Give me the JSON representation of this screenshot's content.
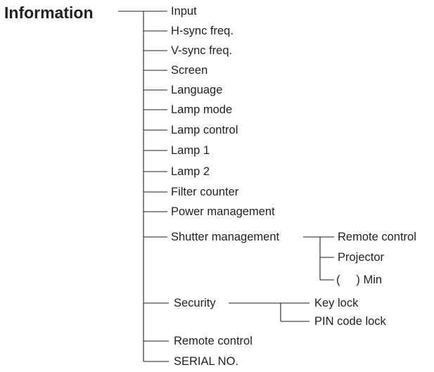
{
  "title": "Information",
  "items": [
    "Input",
    "H-sync freq.",
    "V-sync freq.",
    "Screen",
    "Language",
    "Lamp mode",
    "Lamp control",
    "Lamp 1",
    "Lamp 2",
    "Filter counter",
    "Power management",
    "Shutter management",
    "Security",
    "Remote control",
    "SERIAL NO."
  ],
  "shutter_children": [
    "Remote control",
    "Projector",
    "(     ) Min"
  ],
  "security_children": [
    "Key lock",
    "PIN code lock"
  ]
}
